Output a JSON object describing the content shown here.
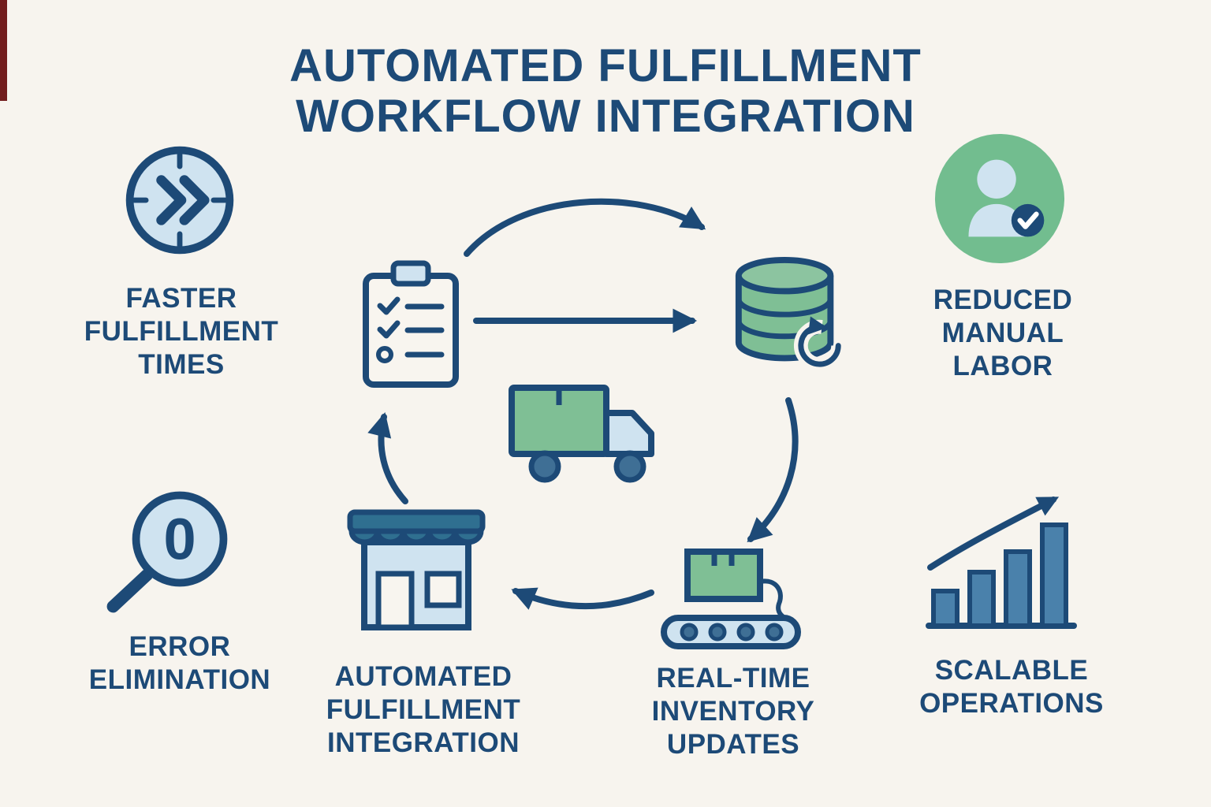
{
  "title": "AUTOMATED FULFILLMENT\nWORKFLOW INTEGRATION",
  "labels": {
    "faster_fulfillment": "FASTER\nFULFILLMENT\nTIMES",
    "reduced_manual_labor": "REDUCED\nMANUAL LABOR",
    "error_elimination": "ERROR\nELIMINATION",
    "automated_fulfillment_integration": "AUTOMATED\nFULFILLMENT\nINTEGRATION",
    "realtime_inventory_updates": "REAL-TIME\nINVENTORY\nUPDATES",
    "scalable_operations": "SCALABLE\nOPERATIONS"
  },
  "magnifier_value": "0",
  "icons": {
    "faster_fulfillment": "fast-forward-clock-icon",
    "reduced_manual_labor": "person-check-icon",
    "order_checklist": "clipboard-checklist-icon",
    "inventory_database": "database-sync-icon",
    "shipping": "delivery-truck-icon",
    "inventory_updates": "conveyor-box-icon",
    "store": "storefront-icon",
    "error_elimination": "magnifier-zero-icon",
    "scalable_operations": "growth-bars-arrow-icon"
  },
  "workflow_arrows": [
    {
      "from": "clipboard-checklist",
      "to": "inventory-database",
      "style": "curved-top"
    },
    {
      "from": "clipboard-checklist",
      "to": "inventory-database",
      "style": "straight"
    },
    {
      "from": "inventory-database",
      "to": "conveyor-box",
      "style": "curved-down"
    },
    {
      "from": "conveyor-box",
      "to": "storefront",
      "style": "curved-left"
    },
    {
      "from": "storefront",
      "to": "clipboard-checklist",
      "style": "curved-up"
    }
  ],
  "colors": {
    "background": "#f7f4ee",
    "ink": "#1d4a77",
    "light_blue": "#cfe3f0",
    "green": "#7fbf95",
    "avatar_green": "#72bd8f",
    "steel_blue": "#4a81ab",
    "awning_teal": "#2f6f90",
    "check_white": "#ffffff",
    "edge_artifact_red": "#721d1d"
  }
}
